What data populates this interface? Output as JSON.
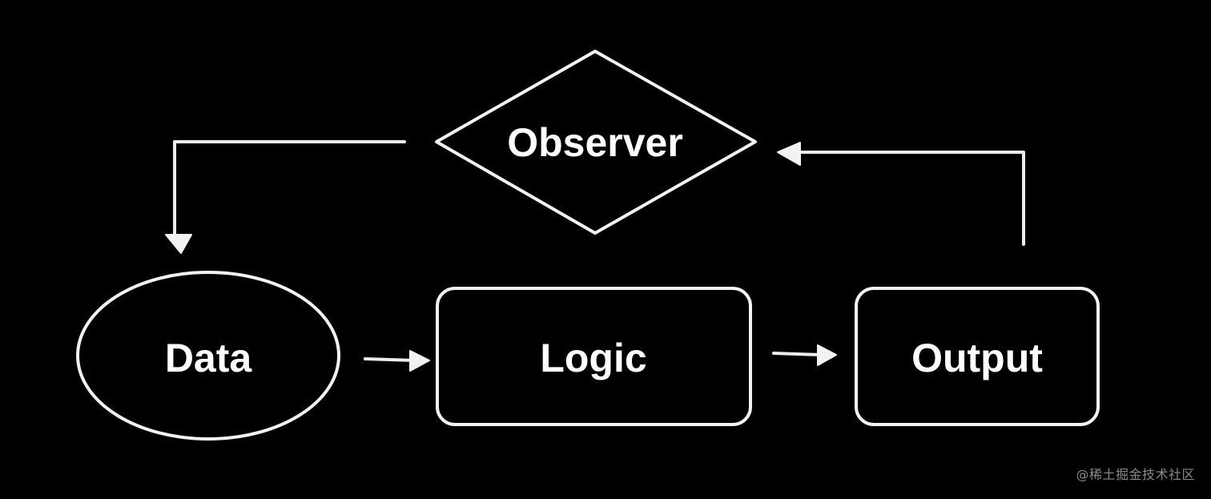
{
  "nodes": {
    "observer": {
      "label": "Observer",
      "shape": "diamond"
    },
    "data": {
      "label": "Data",
      "shape": "ellipse"
    },
    "logic": {
      "label": "Logic",
      "shape": "rounded-rectangle"
    },
    "output": {
      "label": "Output",
      "shape": "rounded-rectangle"
    }
  },
  "edges": [
    {
      "from": "observer",
      "to": "data"
    },
    {
      "from": "data",
      "to": "logic"
    },
    {
      "from": "logic",
      "to": "output"
    },
    {
      "from": "output",
      "to": "observer"
    }
  ],
  "watermark": "@稀土掘金技术社区",
  "colors": {
    "background": "#000000",
    "stroke": "#f2f2f2",
    "text": "#ffffff",
    "watermark": "#8a8a8a"
  }
}
